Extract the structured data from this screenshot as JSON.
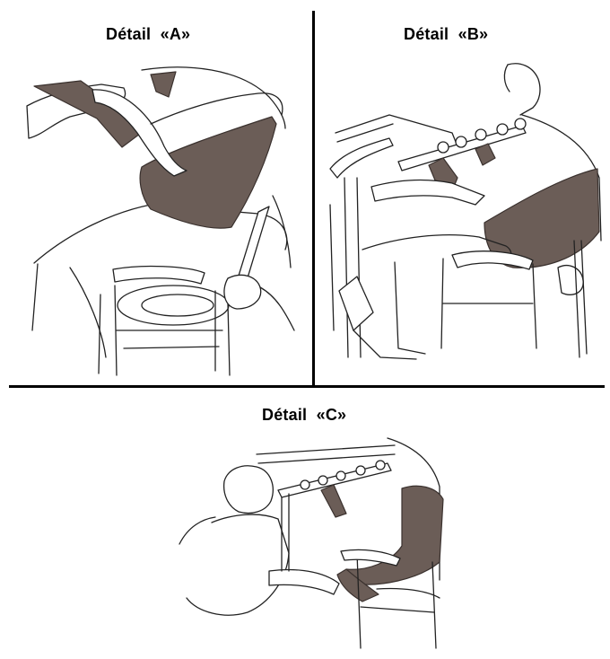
{
  "details": [
    {
      "label": "Détail  «A»"
    },
    {
      "label": "Détail  «B»"
    },
    {
      "label": "Détail  «C»"
    }
  ],
  "colors": {
    "sling": "#6b5d57",
    "ink": "#222222",
    "background": "#ffffff"
  }
}
